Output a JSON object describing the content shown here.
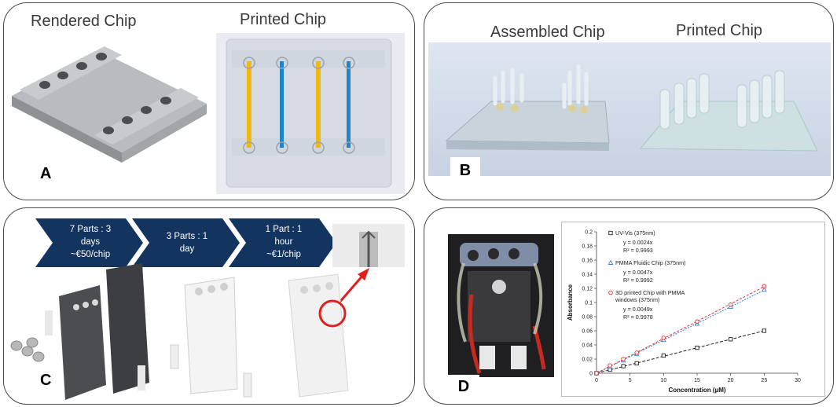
{
  "panels": {
    "a": {
      "letter": "A",
      "label_rendered": "Rendered Chip",
      "label_printed": "Printed Chip"
    },
    "b": {
      "letter": "B",
      "label_assembled": "Assembled Chip",
      "label_printed": "Printed Chip"
    },
    "c": {
      "letter": "C",
      "steps": [
        {
          "line1": "7 Parts : 3",
          "line2": "days",
          "line3": "~€50/chip"
        },
        {
          "line1": "3 Parts : 1",
          "line2": "day",
          "line3": ""
        },
        {
          "line1": "1 Part : 1",
          "line2": "hour",
          "line3": "~€1/chip"
        }
      ]
    },
    "d": {
      "letter": "D"
    }
  },
  "colors": {
    "chevron": "#12345f",
    "arrow": "#e0201c",
    "uvvis": "#222222",
    "pmma": "#3a7fd0",
    "printed": "#e03030"
  },
  "chart_data": {
    "type": "scatter",
    "xlabel": "Concentration (µM)",
    "ylabel": "Absorbance",
    "xlim": [
      0,
      30
    ],
    "ylim": [
      0,
      0.2
    ],
    "x_ticks": [
      "0",
      "5",
      "10",
      "15",
      "20",
      "25",
      "30"
    ],
    "y_ticks": [
      "0",
      "0.02",
      "0.04",
      "0.06",
      "0.08",
      "0.1",
      "0.12",
      "0.14",
      "0.16",
      "0.18",
      "0.2"
    ],
    "series": [
      {
        "name": "UV-Vis (375nm)",
        "marker": "square",
        "equation": "y = 0.0024x",
        "r2": "R² = 0.9993",
        "x": [
          0,
          2,
          4,
          6,
          10,
          15,
          20,
          25
        ],
        "y": [
          0.0,
          0.005,
          0.01,
          0.014,
          0.025,
          0.036,
          0.048,
          0.06
        ],
        "slope": 0.0024
      },
      {
        "name": "PMMA Fluidic Chip (375nm)",
        "marker": "triangle",
        "equation": "y = 0.0047x",
        "r2": "R² = 0.9992",
        "x": [
          0,
          2,
          4,
          6,
          10,
          15,
          20,
          25
        ],
        "y": [
          0.0,
          0.009,
          0.018,
          0.027,
          0.047,
          0.07,
          0.094,
          0.118
        ],
        "slope": 0.0047
      },
      {
        "name": "3D printed Chip with PMMA windows (375nm)",
        "marker": "circle",
        "equation": "y = 0.0049x",
        "r2": "R² = 0.9978",
        "x": [
          0,
          2,
          4,
          6,
          10,
          15,
          20,
          25
        ],
        "y": [
          0.0,
          0.011,
          0.02,
          0.029,
          0.05,
          0.073,
          0.097,
          0.123
        ],
        "slope": 0.0049
      }
    ],
    "grid": false,
    "legend": "top-left"
  }
}
